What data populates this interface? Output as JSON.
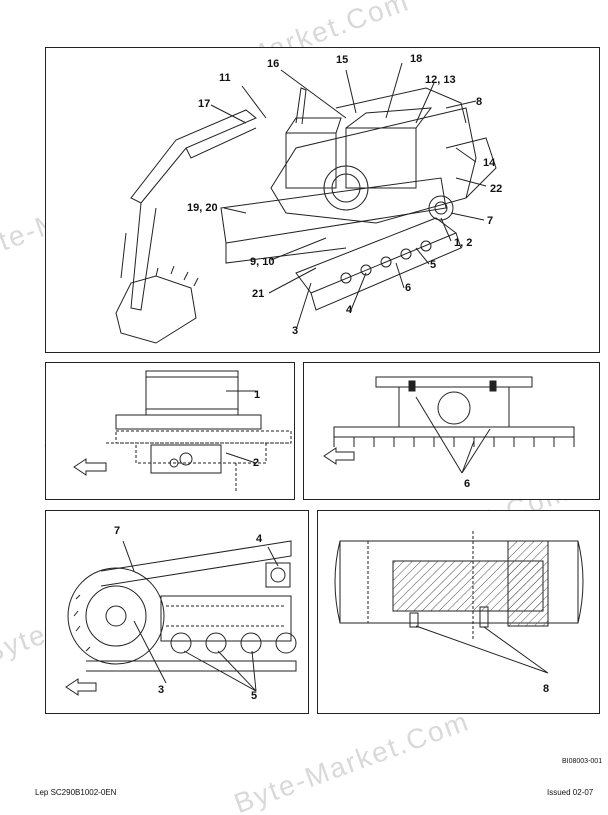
{
  "panels": {
    "main": {
      "callouts": [
        "15",
        "18",
        "16",
        "12, 13",
        "11",
        "8",
        "17",
        "14",
        "22",
        "19, 20",
        "7",
        "1, 2",
        "9, 10",
        "5",
        "6",
        "21",
        "4",
        "3"
      ]
    },
    "drive_detail": {
      "callouts": [
        "1",
        "2"
      ]
    },
    "roller_detail": {
      "callouts": [
        "6"
      ]
    },
    "track_detail": {
      "callouts": [
        "7",
        "4",
        "3",
        "5"
      ]
    },
    "idler_detail": {
      "callouts": [
        "8"
      ]
    }
  },
  "figure_code": "BI08003-001",
  "footer": {
    "left": "Lep SC290B1002-0EN",
    "right": "Issued 02-07"
  },
  "watermark": "Byte-Market.Com"
}
